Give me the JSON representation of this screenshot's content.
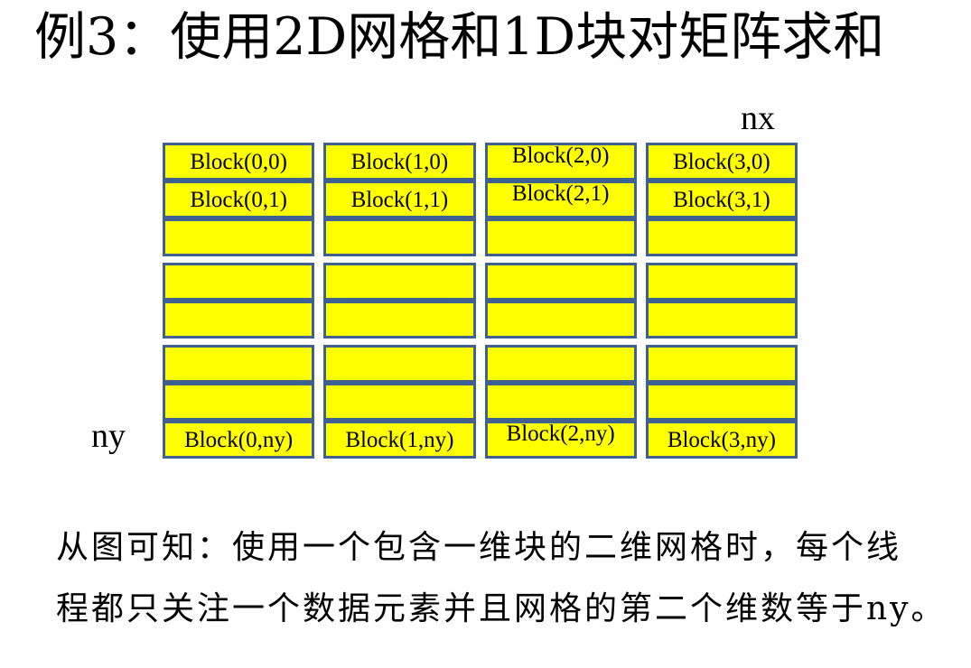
{
  "title": "例3：使用2D网格和1D块对矩阵求和",
  "diagram": {
    "nx_label": "nx",
    "ny_label": "ny",
    "colors": {
      "cell_fill": "#FFFF00",
      "cell_border": "#3F6191",
      "text": "#000000"
    },
    "grid": {
      "columns": 4,
      "row_groups": [
        3,
        2,
        3
      ],
      "cells": [
        [
          [
            "Block(0,0)",
            "Block(0,1)",
            ""
          ],
          [
            "",
            ""
          ],
          [
            "",
            "",
            "Block(0,ny)"
          ]
        ],
        [
          [
            "Block(1,0)",
            "Block(1,1)",
            ""
          ],
          [
            "",
            ""
          ],
          [
            "",
            "",
            "Block(1,ny)"
          ]
        ],
        [
          [
            "Block(2,0)",
            "Block(2,1)",
            ""
          ],
          [
            "",
            ""
          ],
          [
            "",
            "",
            "Block(2,ny)"
          ]
        ],
        [
          [
            "Block(3,0)",
            "Block(3,1)",
            ""
          ],
          [
            "",
            ""
          ],
          [
            "",
            "",
            "Block(3,ny)"
          ]
        ]
      ]
    }
  },
  "caption": {
    "line1": "从图可知：使用一个包含一维块的二维网格时，每个线",
    "line2": "程都只关注一个数据元素并且网格的第二个维数等于ny。"
  }
}
